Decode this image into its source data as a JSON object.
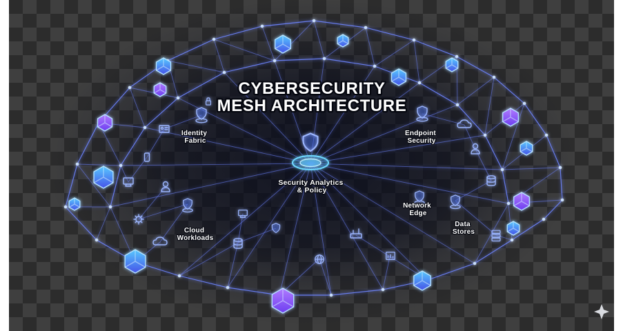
{
  "title": {
    "line1": "CYBERSECURITY",
    "line2": "MESH ARCHITECTURE"
  },
  "labels": {
    "identity_fabric": [
      "Identity",
      "Fabric"
    ],
    "endpoint_security": [
      "Endpoint",
      "Security"
    ],
    "security_analytics": [
      "Security Analytics",
      "& Policy"
    ],
    "network_edge": [
      "Network",
      "Edge"
    ],
    "cloud_workloads": [
      "Cloud",
      "Workloads"
    ],
    "data_stores": [
      "Data",
      "Stores"
    ]
  },
  "colors": {
    "mesh_line": "#6d84ff",
    "node_blue_top": "#57c8ff",
    "node_blue_bottom": "#4653e8",
    "node_purple_top": "#b07bff",
    "node_purple_bottom": "#6d3ef0",
    "label_text": "#ffffff",
    "checker_light": "#3f3f3f",
    "checker_dark": "#2c2c2c",
    "edge_bar": "#ffffff"
  },
  "icons": {
    "center": "shield-icon",
    "identity_fabric": "shield-icon",
    "endpoint_security": "shield-icon",
    "network_edge": "shield-icon",
    "cloud_workloads": "shield-icon",
    "data_stores": "shield-icon",
    "misc": [
      "lock-icon",
      "id-card-icon",
      "phone-icon",
      "monitor-icon",
      "person-icon",
      "gear-icon",
      "cloud-icon",
      "database-icon",
      "globe-icon",
      "router-icon",
      "chart-icon",
      "server-icon"
    ],
    "watermark": "sparkle-icon"
  }
}
